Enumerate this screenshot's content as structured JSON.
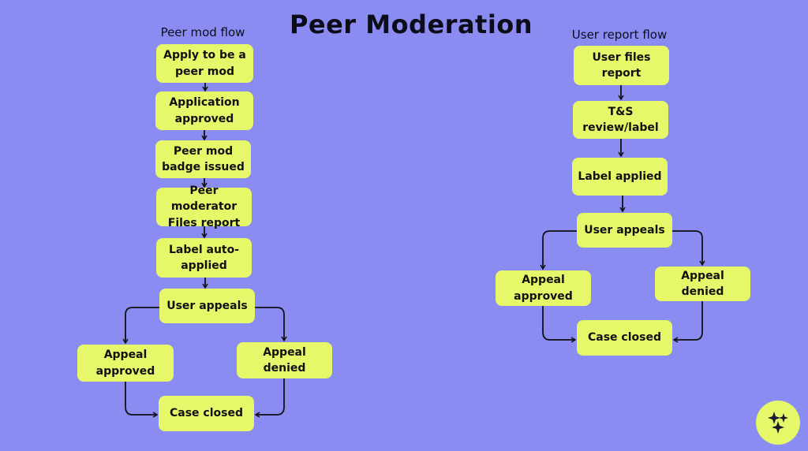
{
  "title": "Peer Moderation",
  "left_flow": {
    "label": "Peer mod flow",
    "steps": {
      "apply": "Apply to be a peer mod",
      "approved": "Application approved",
      "badge": "Peer mod badge issued",
      "files": "Peer moderator Files report",
      "label": "Label auto-applied",
      "appeals": "User appeals",
      "appeal_approved": "Appeal approved",
      "appeal_denied": "Appeal denied",
      "closed": "Case closed"
    }
  },
  "right_flow": {
    "label": "User report flow",
    "steps": {
      "files": "User files report",
      "review": "T&S review/label",
      "label": "Label applied",
      "appeals": "User appeals",
      "appeal_approved": "Appeal approved",
      "appeal_denied": "Appeal denied",
      "closed": "Case closed"
    }
  },
  "logo_icon": "sparkles-icon",
  "colors": {
    "background": "#8a8cf2",
    "node": "#e6f86a",
    "text": "#111111"
  }
}
